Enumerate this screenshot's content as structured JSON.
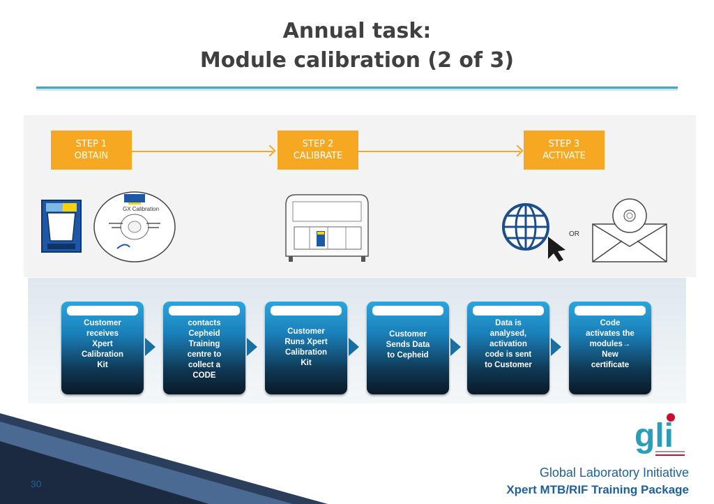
{
  "title": {
    "line1": "Annual task:",
    "line2": "Module calibration (2 of 3)"
  },
  "steps": [
    {
      "line1": "STEP 1",
      "line2": "OBTAIN"
    },
    {
      "line1": "STEP 2",
      "line2": "CALIBRATE"
    },
    {
      "line1": "STEP 3",
      "line2": "ACTIVATE"
    }
  ],
  "cd_label": "GX Calibration",
  "or_label": "OR",
  "process_boxes": [
    "Customer\nreceives\nXpert\nCalibration\nKit",
    "contacts\nCepheid\nTraining\ncentre to\ncollect a\nCODE",
    "Customer\nRuns Xpert\nCalibration\nKit",
    "Customer\nSends Data\nto Cepheid",
    "Data is\nanalysed,\nactivation\ncode is  sent\nto Customer",
    "Code\nactivates the\nmodules→\nNew\ncertificate"
  ],
  "footer": {
    "page_number": "30",
    "org": "Global Laboratory Initiative",
    "package": "Xpert MTB/RIF Training Package",
    "logo_text": "gli"
  },
  "colors": {
    "step_orange": "#f7a823",
    "title_gray": "#404040",
    "footer_blue": "#1e5f9c",
    "logo_teal": "#2a9db8"
  }
}
